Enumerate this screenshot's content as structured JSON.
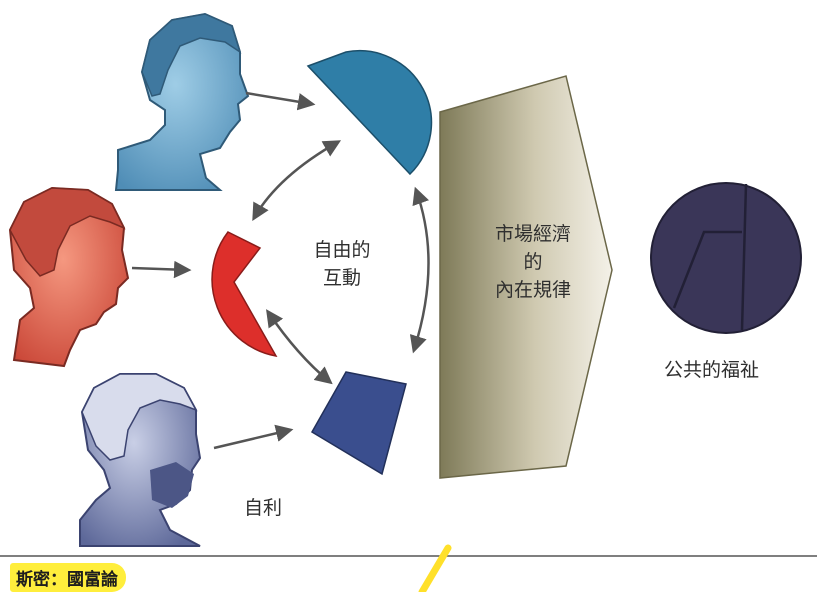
{
  "labels": {
    "interaction_line1": "自由的",
    "interaction_line2": "互動",
    "market_line1": "市場經濟",
    "market_line2": "的",
    "market_line3": "內在規律",
    "welfare": "公共的福祉",
    "self_interest": "自利"
  },
  "caption": "斯密：國富論",
  "colors": {
    "head_top": "#6aa7cc",
    "head_middle": "#e4604e",
    "head_bottom": "#7c86b2",
    "piece_top": "#2f7ea7",
    "piece_middle": "#dd2f2b",
    "piece_bottom": "#3a4e8e",
    "market_arrow": "#8b8563",
    "welfare_circle": "#3a3658",
    "caption_highlight": "#ffee3c"
  },
  "icons": [
    "head-icon",
    "arrow-icon",
    "double-arrow-icon"
  ]
}
